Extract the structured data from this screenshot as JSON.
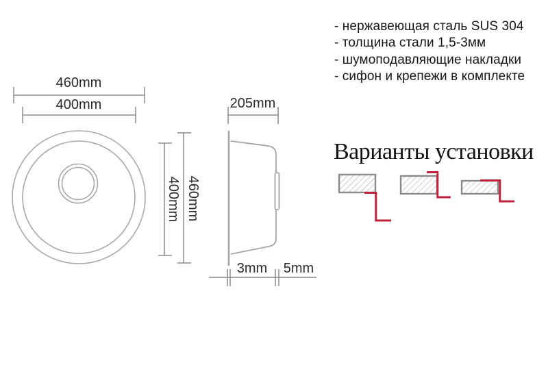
{
  "specs": {
    "items": [
      "- нержавеющая сталь SUS 304",
      "- толщина стали 1,5-3мм",
      "- шумоподавляющие накладки",
      "- сифон и крепежи в комплекте"
    ]
  },
  "installation": {
    "title": "Варианты установки",
    "variant_count": 3
  },
  "dimensions": {
    "top_view": {
      "outer_diameter": "460mm",
      "inner_diameter": "400mm"
    },
    "side_view": {
      "depth": "205mm",
      "inner_height": "400mm",
      "outer_height": "460mm",
      "rim_thickness": "3mm",
      "rim_offset": "5mm"
    }
  },
  "colors": {
    "accent_red": "#c0203a",
    "drawing_line_gray": "#a3a3a3",
    "dimension_line_gray": "#8c8c8c",
    "hatch_border_gray": "#8a8a8a",
    "hatch_fill_gray": "#c2c2c2",
    "text_black": "#161616"
  }
}
